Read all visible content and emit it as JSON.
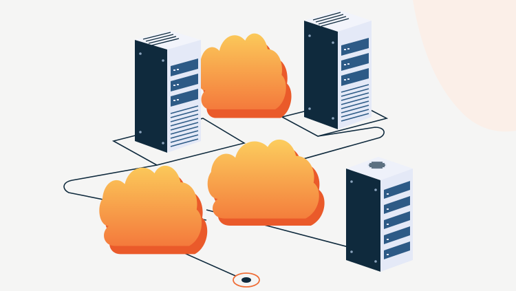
{
  "palette": {
    "background": "#f5f5f4",
    "background_blob": "#fbefe8",
    "server_dark_face": "#0f2a3d",
    "server_light_face": "#e4e9f7",
    "server_top": "#f2f4fb",
    "server_accent_blue": "#2d5a86",
    "cloud_gradient_top": "#fbc95a",
    "cloud_gradient_bottom": "#f47a3c",
    "cloud_shadow": "#ea5a2a",
    "line_color": "#0f2a3d",
    "endpoint_ring": "#ef6c35"
  },
  "scene": {
    "servers": [
      {
        "name": "server-tower-left",
        "icon": "server-rack-icon"
      },
      {
        "name": "server-tower-top-right",
        "icon": "server-rack-icon"
      },
      {
        "name": "server-tower-bottom-right",
        "icon": "server-rack-icon"
      }
    ],
    "clouds": [
      {
        "name": "cloud-back",
        "icon": "cloud-icon"
      },
      {
        "name": "cloud-middle",
        "icon": "cloud-icon"
      },
      {
        "name": "cloud-front",
        "icon": "cloud-icon"
      }
    ],
    "endpoint": {
      "name": "network-endpoint",
      "icon": "target-dot-icon"
    }
  }
}
